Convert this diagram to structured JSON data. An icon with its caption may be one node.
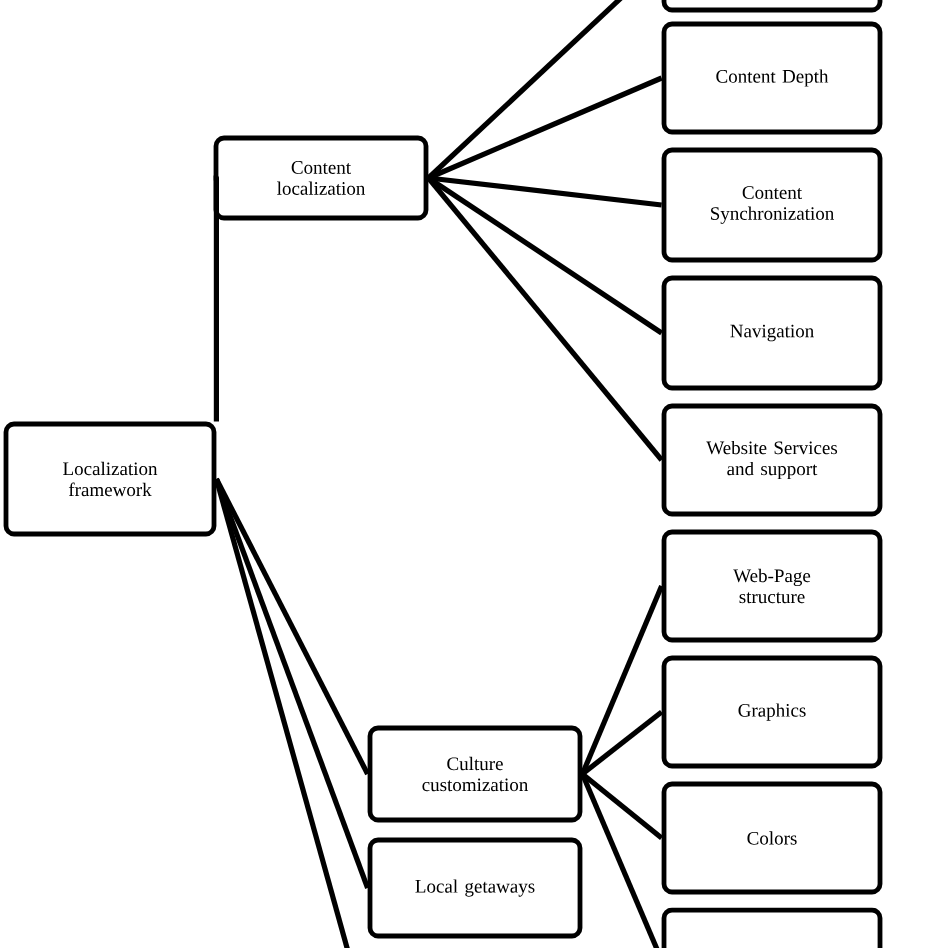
{
  "diagram": {
    "nodes": [
      {
        "text": [
          "Localization framework"
        ]
      },
      {
        "text": [
          "Content localization"
        ]
      },
      {
        "text": [],
        "shape": "box"
      },
      {
        "text": [
          "Content Depth"
        ]
      },
      {
        "text": [
          "Content Synchronization"
        ]
      },
      {
        "text": [
          "Navigation"
        ]
      },
      {
        "text": [
          "Website Services and support"
        ]
      },
      {
        "text": [
          "Culture customization"
        ]
      },
      {
        "text": [
          "Web-Page structure"
        ]
      },
      {
        "text": [
          "Graphics"
        ]
      },
      {
        "text": [
          "Colors"
        ]
      },
      {
        "text": [],
        "shape": "box"
      },
      {
        "text": [
          "Local getaways"
        ]
      }
    ],
    "edges": [
      {
        "from": 0,
        "to": 1,
        "arrow": "none"
      },
      {
        "from": 1,
        "to": 2,
        "arrow": "none"
      },
      {
        "from": 1,
        "to": 3,
        "arrow": "none"
      },
      {
        "from": 1,
        "to": 4,
        "arrow": "none"
      },
      {
        "from": 1,
        "to": 5,
        "arrow": "none"
      },
      {
        "from": 1,
        "to": 6,
        "arrow": "none"
      },
      {
        "from": 0,
        "to": 7,
        "arrow": "none"
      },
      {
        "from": 7,
        "to": 8,
        "arrow": "none"
      },
      {
        "from": 7,
        "to": 9,
        "arrow": "none"
      },
      {
        "from": 7,
        "to": 10,
        "arrow": "none"
      },
      {
        "from": 7,
        "to": 11,
        "arrow": "none"
      },
      {
        "from": 0,
        "to": 12,
        "arrow": "none"
      },
      {
        "from": 0,
        "to": null,
        "arrow": "none"
      }
    ]
  }
}
